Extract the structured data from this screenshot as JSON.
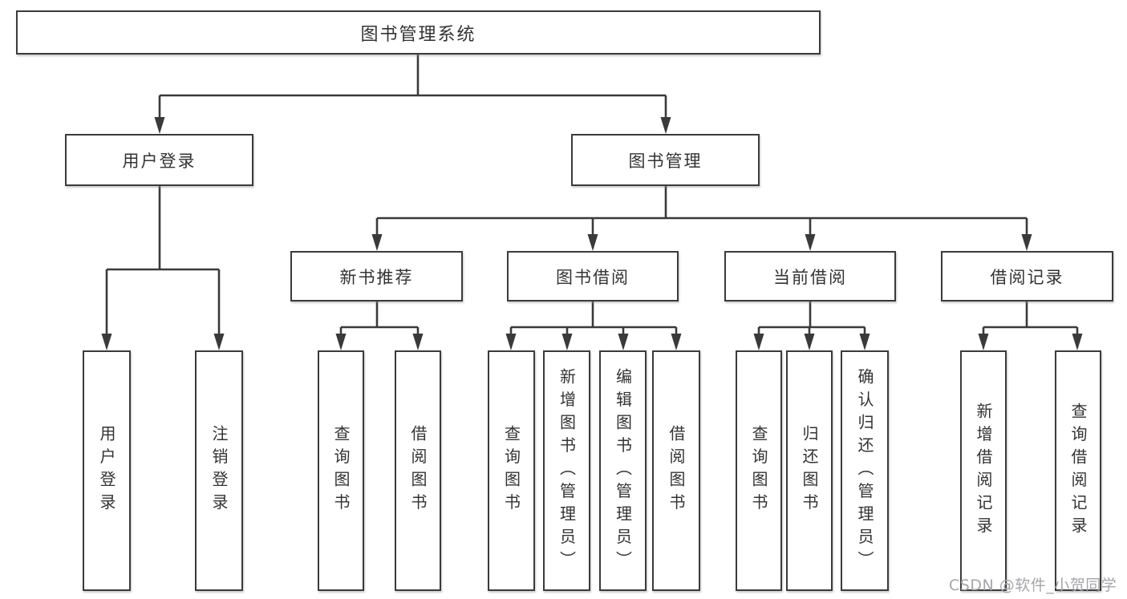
{
  "diagram": {
    "root": {
      "label": "图书管理系统"
    },
    "level2": [
      {
        "label": "用户登录"
      },
      {
        "label": "图书管理"
      }
    ],
    "level3": [
      {
        "label": "新书推荐"
      },
      {
        "label": "图书借阅"
      },
      {
        "label": "当前借阅"
      },
      {
        "label": "借阅记录"
      }
    ],
    "leaves": {
      "user_login": [
        {
          "label": "用户登录"
        },
        {
          "label": "注销登录"
        }
      ],
      "new_book": [
        {
          "label": "查询图书"
        },
        {
          "label": "借阅图书"
        }
      ],
      "book_borrow": [
        {
          "label": "查询图书"
        },
        {
          "label": "新增图书（管理员）"
        },
        {
          "label": "编辑图书（管理员）"
        },
        {
          "label": "借阅图书"
        }
      ],
      "current_borrow": [
        {
          "label": "查询图书"
        },
        {
          "label": "归还图书"
        },
        {
          "label": "确认归还（管理员）"
        }
      ],
      "borrow_record": [
        {
          "label": "新增借阅记录"
        },
        {
          "label": "查询借阅记录"
        }
      ]
    }
  },
  "watermark": {
    "text": "CSDN @软件_小贺同学"
  },
  "colors": {
    "line": "#3a3a3a",
    "box_border": "#3b3b3b",
    "text": "#333333",
    "background": "#ffffff",
    "watermark": "#a6a6aa"
  }
}
